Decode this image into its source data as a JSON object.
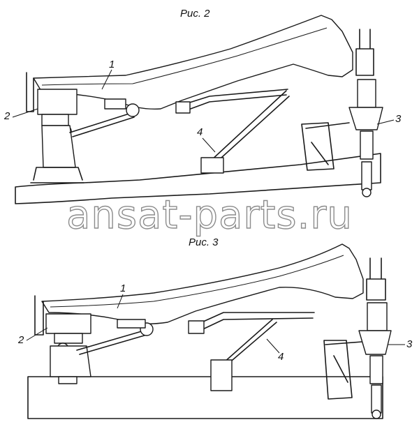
{
  "figure_top": {
    "caption": "Рис. 2",
    "callouts": {
      "frame": "1",
      "mount": "2",
      "strut_right": "3",
      "brace": "4"
    }
  },
  "figure_bottom": {
    "caption": "Рис. 3",
    "callouts": {
      "frame": "1",
      "mount": "2",
      "strut_right": "3",
      "brace": "4"
    }
  },
  "watermark": "ansat-parts.ru"
}
